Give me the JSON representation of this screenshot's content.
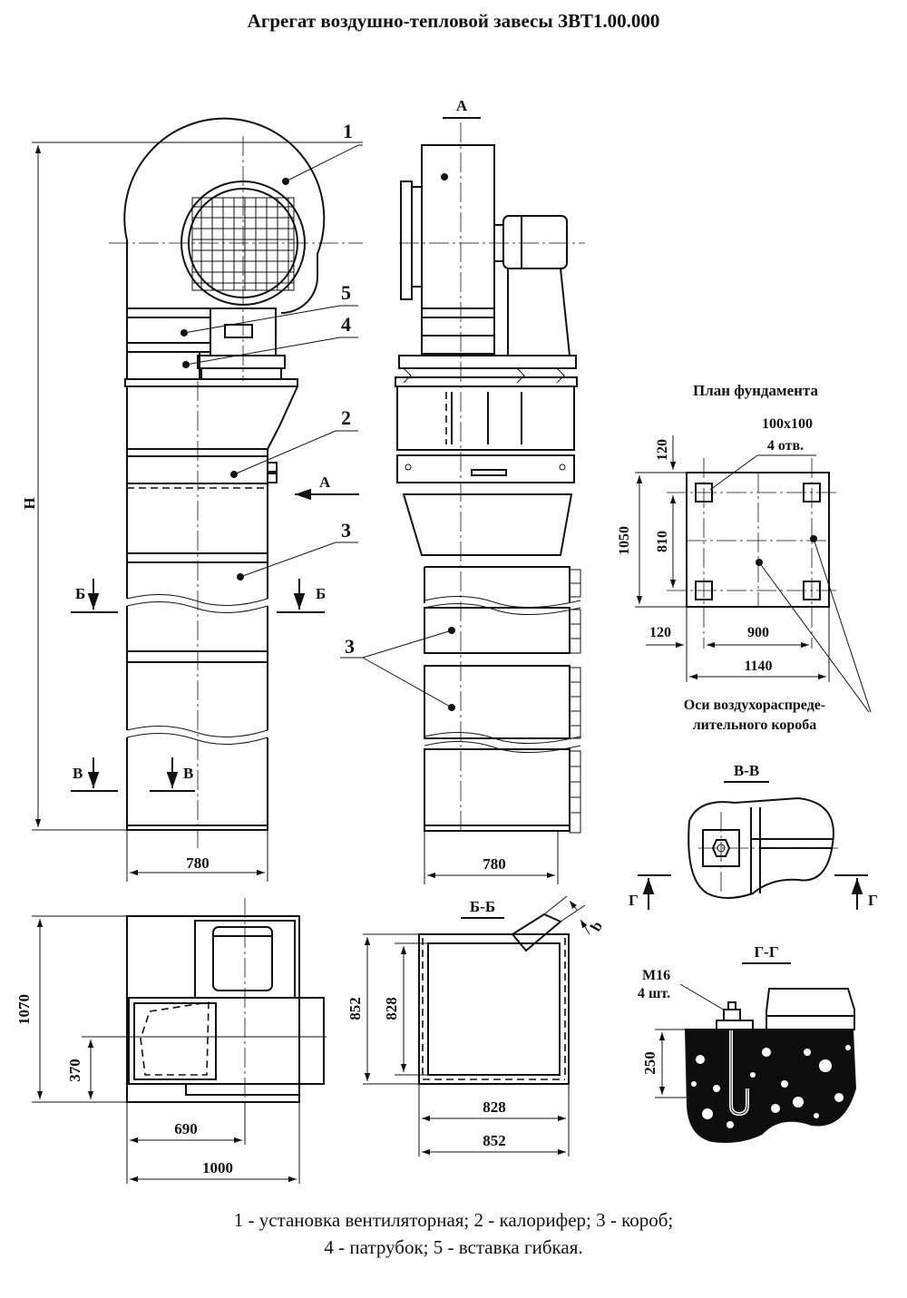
{
  "title": "Агрегат воздушно-тепловой завесы ЗВТ1.00.000",
  "callouts": {
    "n1": "1",
    "n2": "2",
    "n3": "3",
    "n3b": "3",
    "n4": "4",
    "n5": "5"
  },
  "views": {
    "a_top": "А",
    "a_arrow": "А",
    "b_left": "Б",
    "b_right": "Б",
    "v_left": "В",
    "v_right": "В",
    "h_label": "H",
    "bb": "Б-Б",
    "vv": "В-В",
    "gg": "Г-Г",
    "g_left": "Г",
    "g_right": "Г"
  },
  "dims": {
    "front_width": "780",
    "side_width": "780",
    "plan_1070": "1070",
    "plan_370": "370",
    "plan_690": "690",
    "plan_1000": "1000",
    "bb_852v": "852",
    "bb_828v": "828",
    "bb_828h": "828",
    "bb_852h": "852",
    "bb_b": "b",
    "f_120top": "120",
    "f_1050": "1050",
    "f_810": "810",
    "f_120bot": "120",
    "f_900": "900",
    "f_1140": "1140",
    "gg_250": "250"
  },
  "foundation": {
    "title": "План фундамента",
    "holes": "100х100",
    "holes_count": "4 отв.",
    "axes_line1": "Оси воздухораспреде-",
    "axes_line2": "лительного короба"
  },
  "bolt": {
    "size": "M16",
    "count": "4 шт."
  },
  "legend": {
    "line1": "1 - установка вентиляторная; 2 - калорифер; 3 - короб;",
    "line2": "4 - патрубок; 5 - вставка гибкая."
  }
}
